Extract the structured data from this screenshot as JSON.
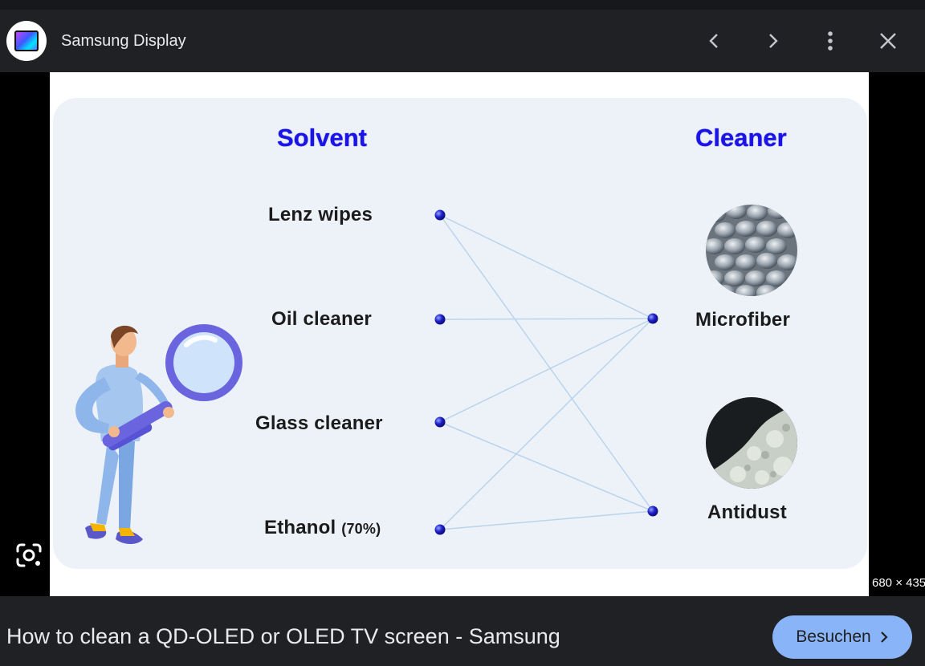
{
  "header": {
    "site_name": "Samsung Display",
    "icons": [
      "back-chevron-icon",
      "forward-chevron-icon",
      "more-vert-icon",
      "close-icon"
    ]
  },
  "image": {
    "solvent_heading": "Solvent",
    "cleaner_heading": "Cleaner",
    "solvents": [
      "Lenz wipes",
      "Oil cleaner",
      "Glass cleaner",
      "Ethanol"
    ],
    "ethanol_note": "(70%)",
    "cleaners": [
      "Microfiber",
      "Antidust"
    ],
    "dimensions": "680 × 435",
    "colors": {
      "heading": "#1a14e6",
      "panel": "#edf2f9",
      "dot": "#1f1fc8",
      "line": "#b9d3ec"
    }
  },
  "footer": {
    "title": "How to clean a QD-OLED or OLED TV screen - Samsung",
    "visit_label": "Besuchen"
  },
  "accent": "#8ab4f8"
}
